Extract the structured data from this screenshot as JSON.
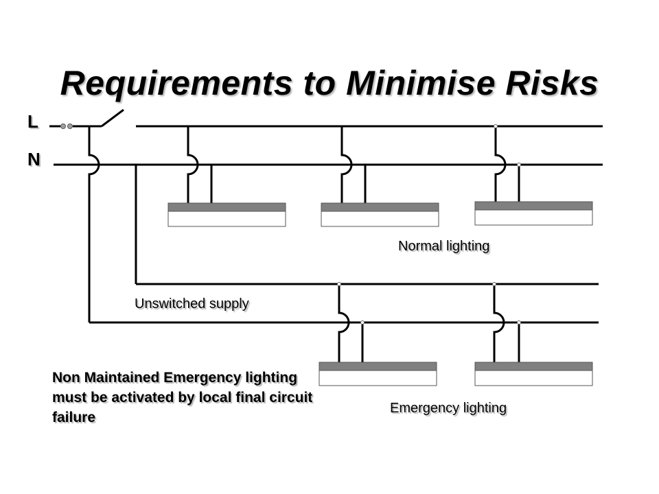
{
  "title": "Requirements to Minimise Risks",
  "labels": {
    "line": "L",
    "neutral": "N"
  },
  "captions": {
    "normal": "Normal lighting",
    "unswitched": "Unswitched supply",
    "emergency": "Emergency lighting"
  },
  "note": "Non Maintained Emergency lighting must be activated by local final circuit failure",
  "colors": {
    "wire": "#000000",
    "fitting_bar": "#808080",
    "fitting_body": "#ffffff",
    "text_shadow": "#b8b8b8"
  }
}
